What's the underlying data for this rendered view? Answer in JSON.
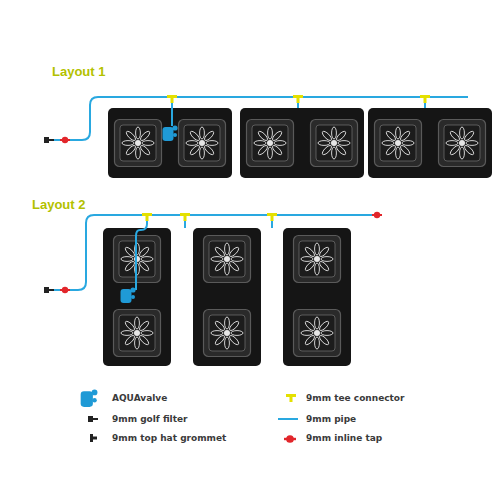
{
  "diagram": {
    "labels": [
      "Layout 1",
      "Layout 2"
    ],
    "legend": [
      {
        "text": "AQUAvalve"
      },
      {
        "text": "9mm golf filter"
      },
      {
        "text": "9mm top hat grommet"
      },
      {
        "text": "9mm tee connector"
      },
      {
        "text": "9mm pipe"
      },
      {
        "text": "9mm inline tap"
      }
    ]
  }
}
